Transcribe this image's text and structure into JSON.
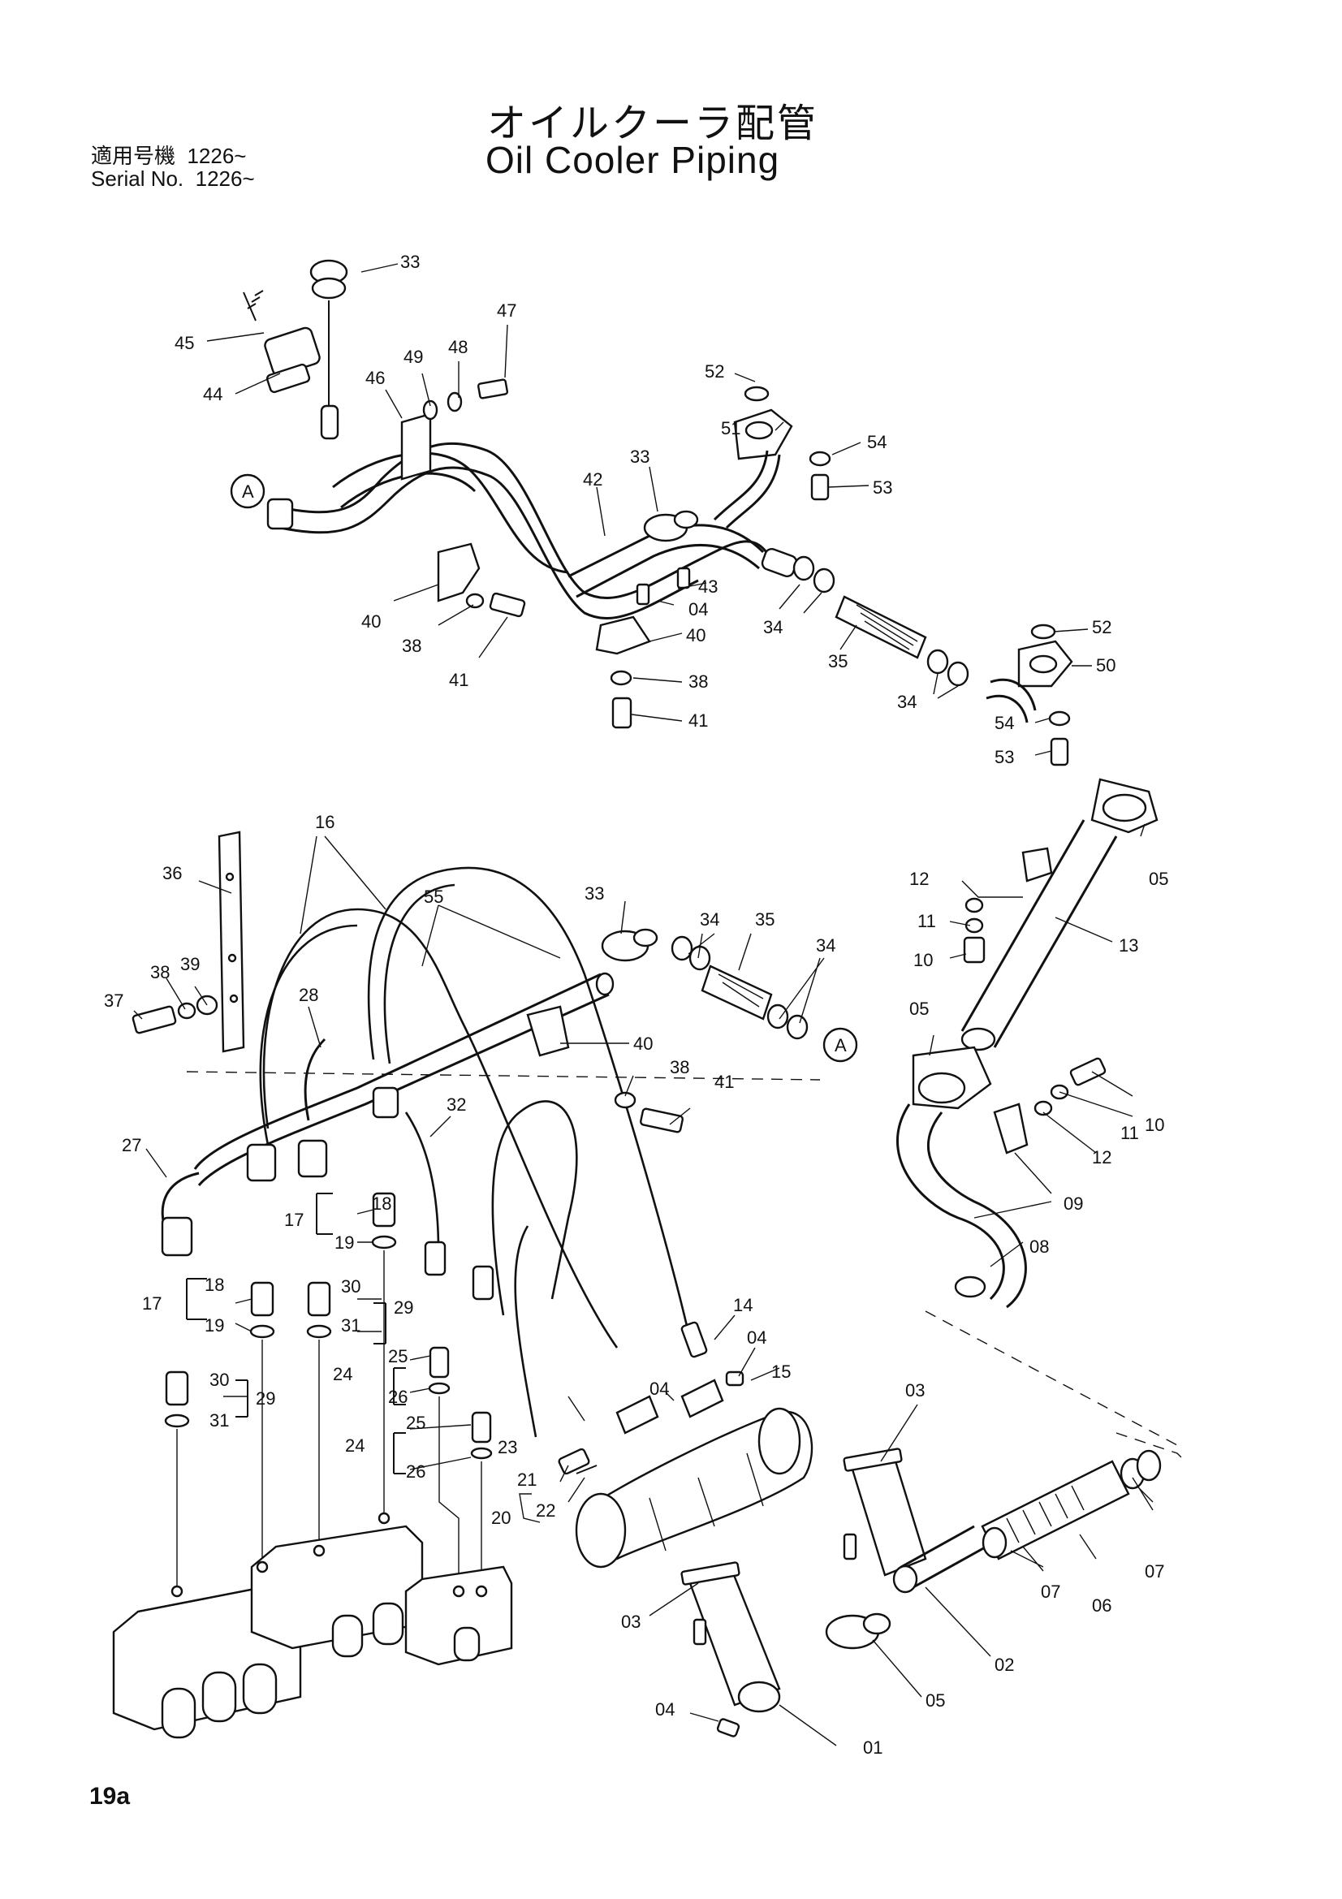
{
  "title": {
    "japanese": "オイルクーラ配管",
    "english": "Oil Cooler Piping"
  },
  "serial": {
    "jp_label": "適用号機",
    "jp_value": "1226~",
    "en_label": "Serial No.",
    "en_value": "1226~"
  },
  "page_number": "19a",
  "reference_marks": [
    "A",
    "A"
  ],
  "callouts": {
    "c33a": "33",
    "c45": "45",
    "c44": "44",
    "c47": "47",
    "c48": "48",
    "c49": "49",
    "c46": "46",
    "c52a": "52",
    "c51": "51",
    "c54a": "54",
    "c53a": "53",
    "c33b": "33",
    "c42": "42",
    "c43": "43",
    "c04a": "04",
    "c40a": "40",
    "c38a": "38",
    "c41a": "41",
    "c40b": "40",
    "c38b": "38",
    "c41b": "41",
    "c34a": "34",
    "c35a": "35",
    "c34b": "34",
    "c52b": "52",
    "c50": "50",
    "c54b": "54",
    "c53b": "53",
    "c16": "16",
    "c36": "36",
    "c33c": "33",
    "c55": "55",
    "c34c": "34",
    "c35b": "35",
    "c34d": "34",
    "c38c": "38",
    "c39": "39",
    "c37": "37",
    "c28": "28",
    "c40c": "40",
    "c38d": "38",
    "c41c": "41",
    "c32": "32",
    "c27": "27",
    "c12a": "12",
    "c11a": "11",
    "c10a": "10",
    "c05a": "05",
    "c13": "13",
    "c05b": "05",
    "c10b": "10",
    "c11b": "11",
    "c12b": "12",
    "c09": "09",
    "c08": "08",
    "c18a": "18",
    "c17a": "17",
    "c19a": "19",
    "c18b": "18",
    "c30a": "30",
    "c17b": "17",
    "c19b": "19",
    "c31a": "31",
    "c29a": "29",
    "c30b": "30",
    "c31b": "31",
    "c29b": "29",
    "c25a": "25",
    "c24a": "24",
    "c26a": "26",
    "c25b": "25",
    "c24b": "24",
    "c26b": "26",
    "c23": "23",
    "c21": "21",
    "c20": "20",
    "c22": "22",
    "c14": "14",
    "c04b": "04",
    "c15": "15",
    "c04c": "04",
    "c03a": "03",
    "c03b": "03",
    "c07a": "07",
    "c06": "06",
    "c07b": "07",
    "c02": "02",
    "c05c": "05",
    "c04d": "04",
    "c01": "01"
  }
}
